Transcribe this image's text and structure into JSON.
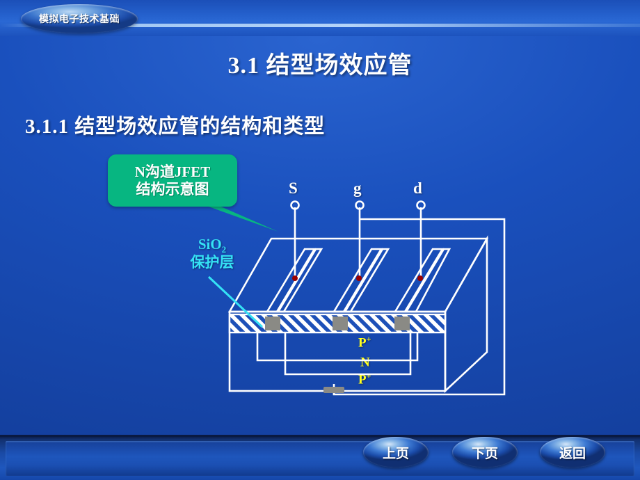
{
  "header": {
    "course_badge": "模拟电子技术基础"
  },
  "slide": {
    "title": "3.1  结型场效应管",
    "subtitle": "3.1.1    结型场效应管的结构和类型"
  },
  "callout": {
    "line1": "N沟道JFET",
    "line2": "结构示意图",
    "color": "#07b681"
  },
  "diagram": {
    "name": "n-channel-jfet-structure",
    "sio2_label": {
      "formula": "SiO",
      "subscript": "2",
      "line2": "保护层",
      "color": "#35e2f5"
    },
    "terminals": [
      {
        "label": "S",
        "name": "source"
      },
      {
        "label": "g",
        "name": "gate"
      },
      {
        "label": "d",
        "name": "drain"
      }
    ],
    "regions": [
      {
        "label": "P",
        "sup": "+",
        "color": "#ffff20"
      },
      {
        "label": "N",
        "sup": "",
        "color": "#ffff20"
      },
      {
        "label": "P",
        "sup": "+",
        "color": "#ffff20"
      }
    ],
    "line_color": "#ffffff",
    "contact_color": "#8a8a85",
    "dot_color": "#990000"
  },
  "footer": {
    "buttons": [
      {
        "label": "上页",
        "name": "prev-page-button"
      },
      {
        "label": "下页",
        "name": "next-page-button"
      },
      {
        "label": "返回",
        "name": "back-button"
      }
    ]
  }
}
